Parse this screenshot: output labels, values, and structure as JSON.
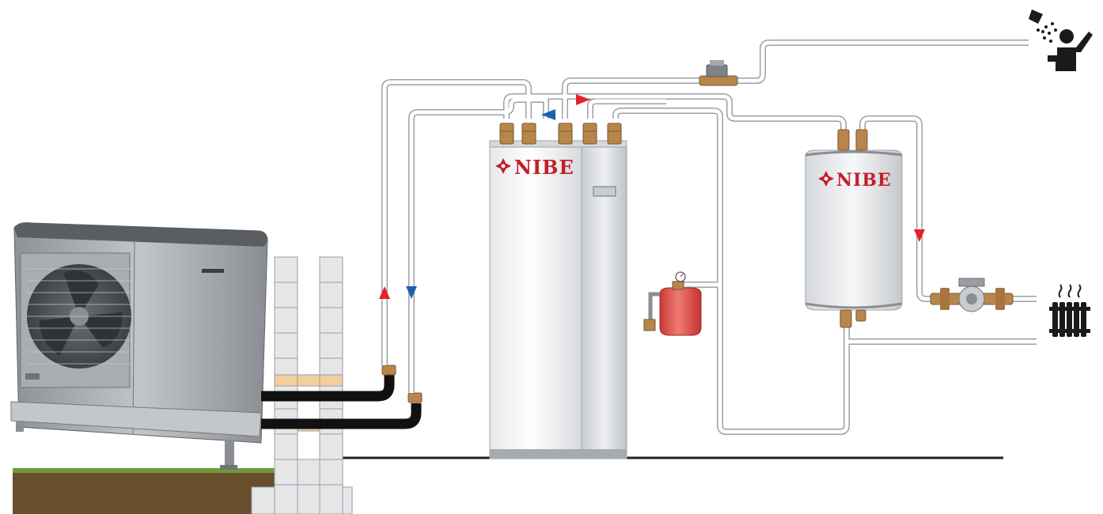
{
  "diagram": {
    "brand_text": "NIBE",
    "colors": {
      "brand_red": "#c41e2a",
      "flow_hot": "#e3212b",
      "flow_cold": "#1f5fb0",
      "pipe_outline": "#9aa0a6",
      "ground": "#6a4d2c",
      "grass": "#6d9a3a",
      "brass": "#b8864a",
      "expansion_vessel": "#e2554f"
    },
    "icons": [
      "shower-person-icon",
      "radiator-icon",
      "fan-icon",
      "nibe-logo-icon",
      "pressure-gauge-icon",
      "circulation-pump-icon",
      "shutoff-valve-icon"
    ],
    "flow_arrows": [
      {
        "id": "vertical-supply-up",
        "color": "hot",
        "direction": "up"
      },
      {
        "id": "vertical-return-down",
        "color": "cold",
        "direction": "down"
      },
      {
        "id": "top-hot-right",
        "color": "hot",
        "direction": "right"
      },
      {
        "id": "top-cold-left",
        "color": "cold",
        "direction": "left"
      },
      {
        "id": "tank-to-radiator-down",
        "color": "hot",
        "direction": "down"
      }
    ]
  }
}
